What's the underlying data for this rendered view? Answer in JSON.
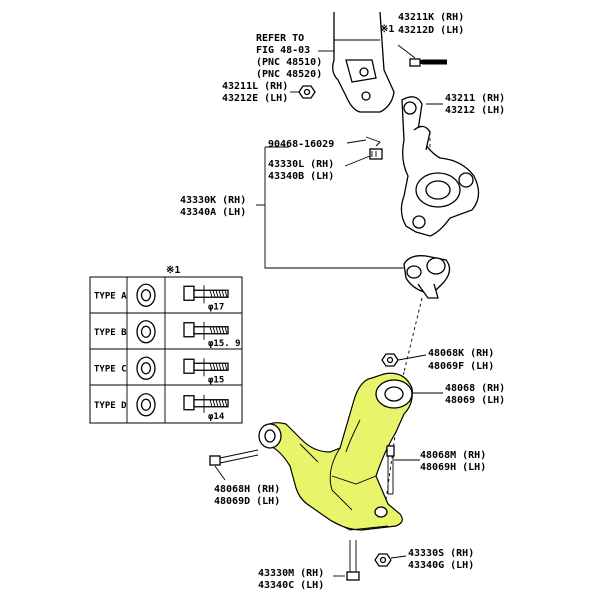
{
  "reference": {
    "line1": "REFER TO",
    "line2": "FIG 48-03",
    "line3": "(PNC 48510)",
    "line4": "(PNC 48520)"
  },
  "callouts": {
    "c43211K": "43211K (RH)",
    "c43212D": "43212D (LH)",
    "c43211L": "43211L (RH)",
    "c43212E": "43212E (LH)",
    "c43211": "43211  (RH)",
    "c43212": "43212  (LH)",
    "c90468": "90468-16029",
    "c43330L": "43330L (RH)",
    "c43340B": "43340B (LH)",
    "c43330K": "43330K (RH)",
    "c43340A": "43340A (LH)",
    "c48068K": "48068K (RH)",
    "c48069F": "48069F (LH)",
    "c48068": "48068 (RH)",
    "c48069": "48069 (LH)",
    "c48068M": "48068M (RH)",
    "c48069H": "48069H (LH)",
    "c48068H": "48068H (RH)",
    "c48069D": "48069D (LH)",
    "c43330S": "43330S (RH)",
    "c43340G": "43340G (LH)",
    "c43330M": "43330M (RH)",
    "c43340C": "43340C (LH)"
  },
  "note_mark_top": "※1",
  "note_mark_table": "※1",
  "bolt_table": {
    "rows": [
      {
        "type": "TYPE A",
        "dim": "φ17"
      },
      {
        "type": "TYPE B",
        "dim": "φ15. 9"
      },
      {
        "type": "TYPE C",
        "dim": "φ15"
      },
      {
        "type": "TYPE D",
        "dim": "φ14"
      }
    ]
  },
  "colors": {
    "highlight": "#e8f56a",
    "line": "#000000"
  }
}
